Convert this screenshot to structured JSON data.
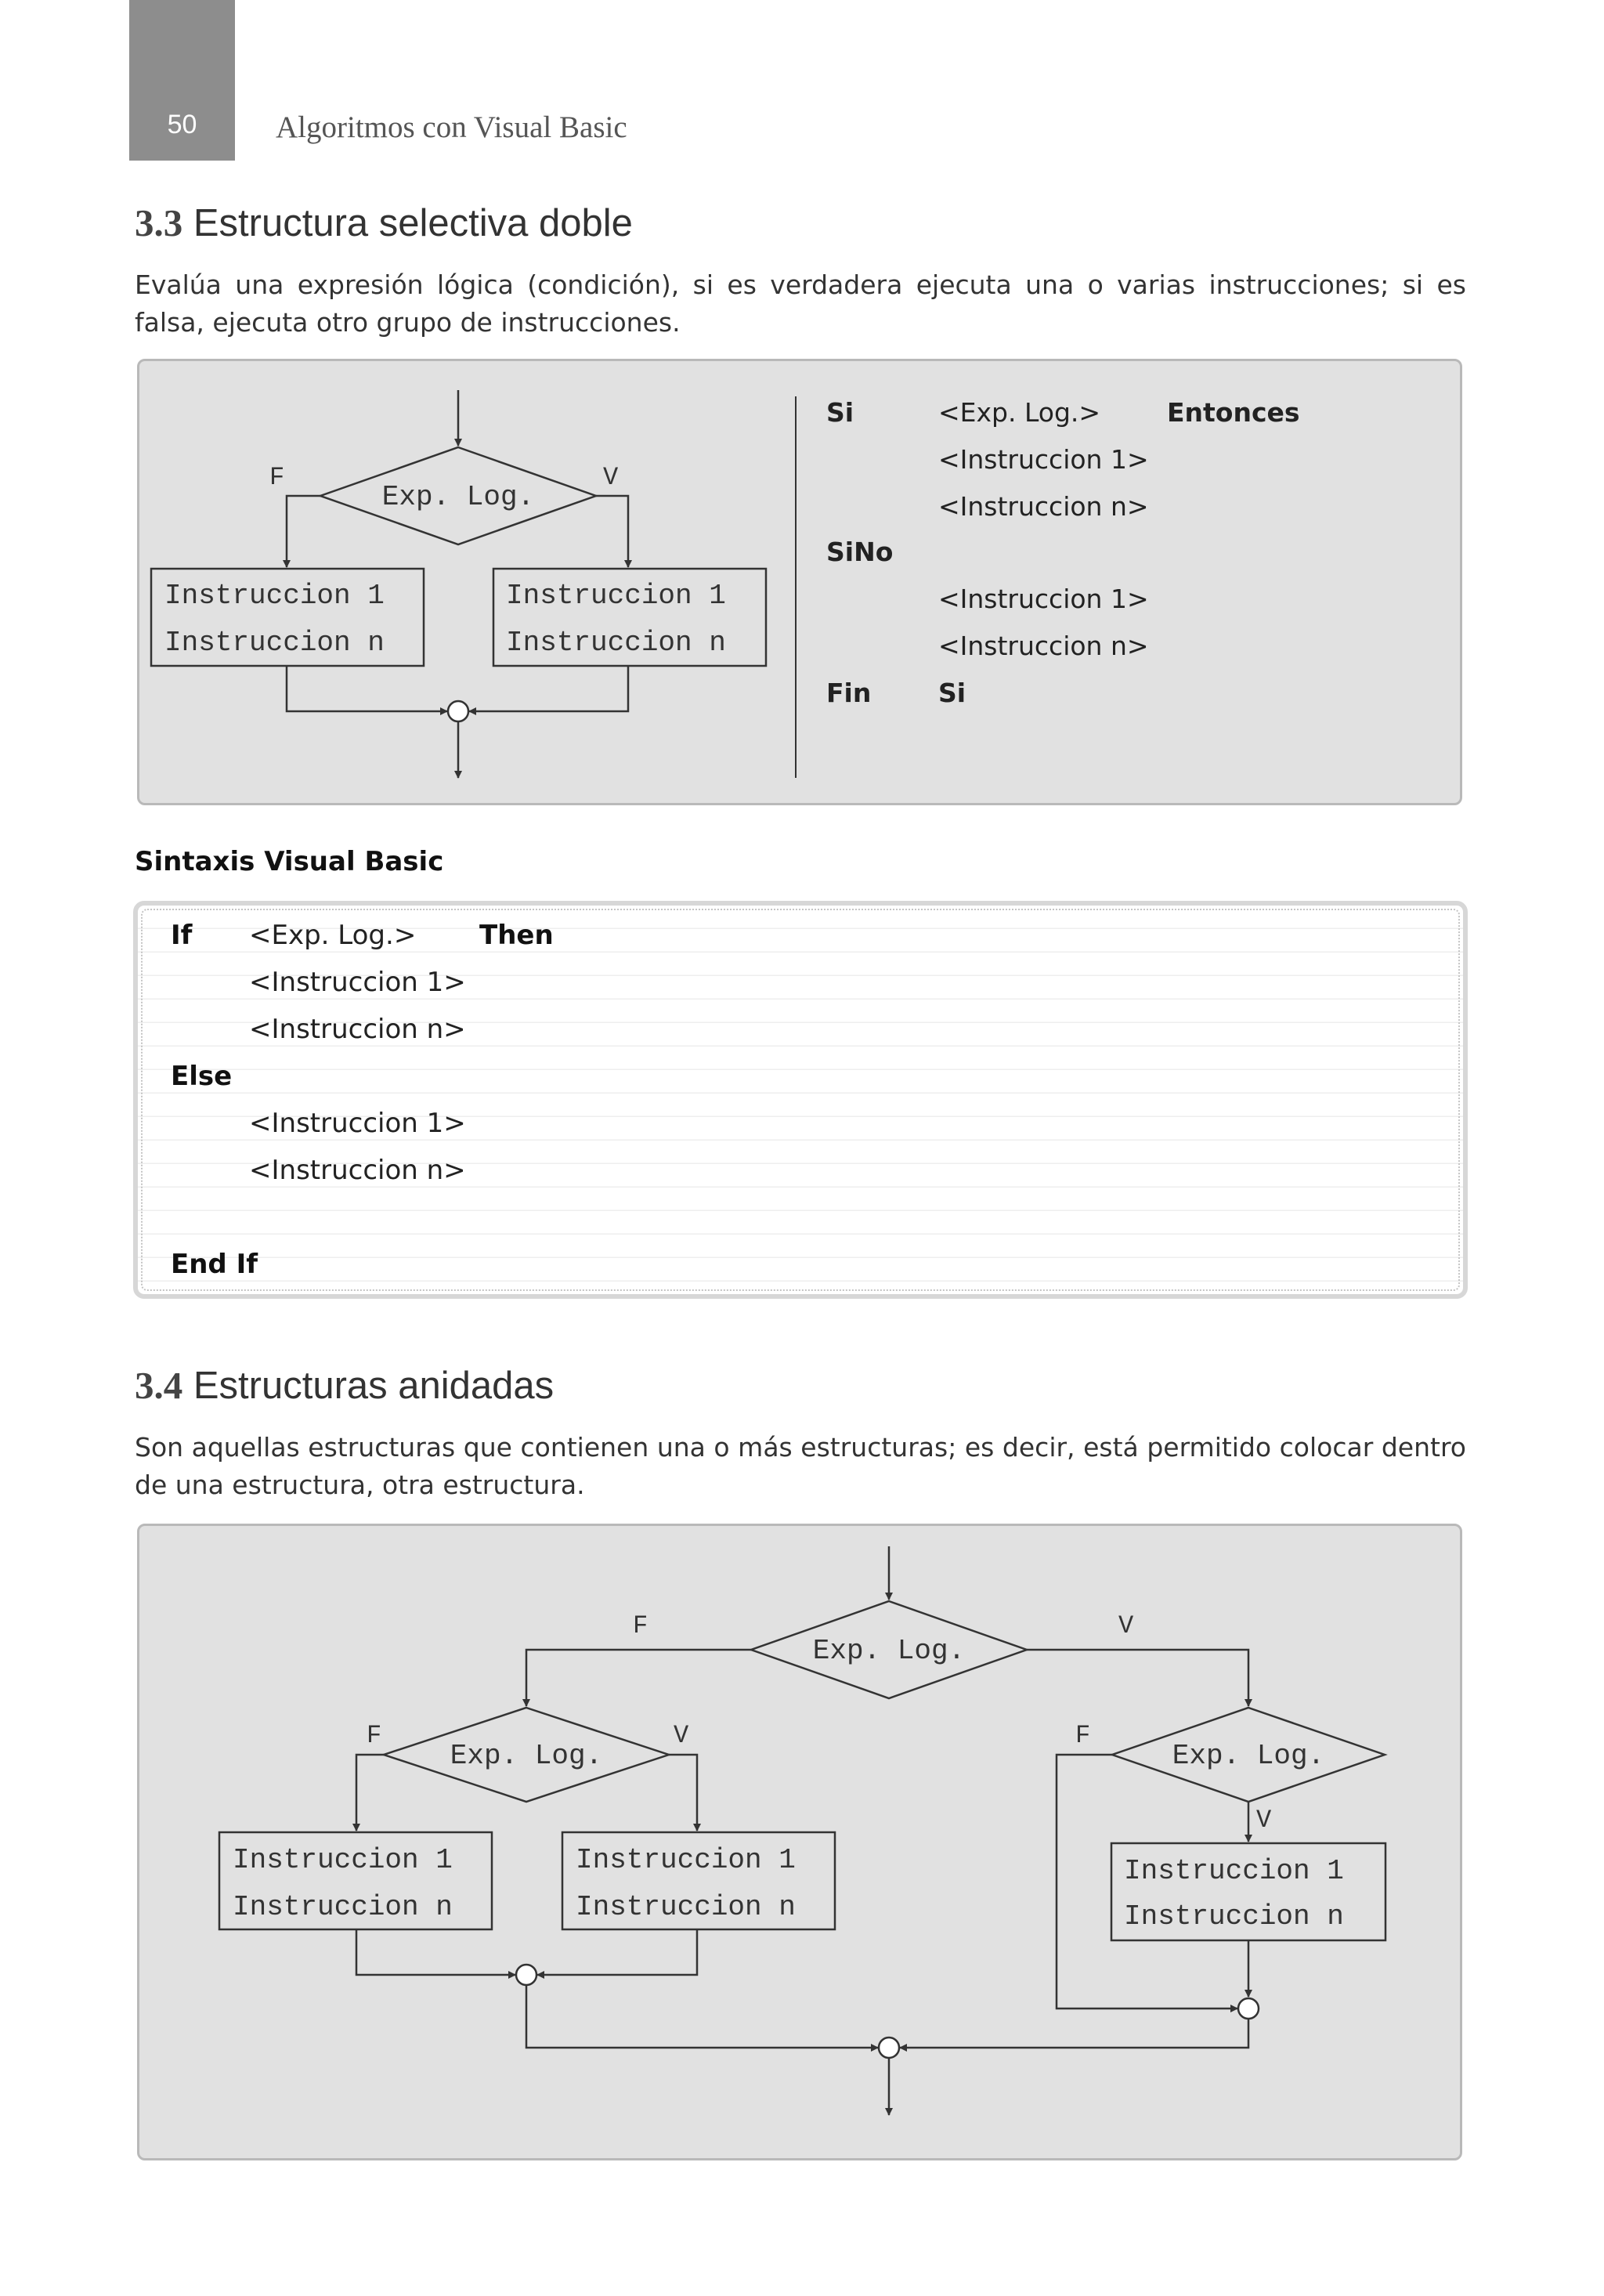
{
  "header": {
    "page_number": "50",
    "running_title": "Algoritmos con Visual Basic"
  },
  "section_3_3": {
    "number": "3.3",
    "title": "Estructura selectiva doble",
    "paragraph": "Evalúa una expresión lógica (condición), si es verdadera ejecuta una o varias instrucciones; si es falsa, ejecuta otro grupo de instrucciones."
  },
  "flowchart_doble": {
    "condition": "Exp. Log.",
    "false_label": "F",
    "true_label": "V",
    "false_box": [
      "Instruccion 1",
      "Instruccion n"
    ],
    "true_box": [
      "Instruccion 1",
      "Instruccion n"
    ]
  },
  "pseudocode": {
    "si": "Si",
    "exp": "<Exp. Log.>",
    "entonces": "Entonces",
    "instr1_a": "<Instruccion 1>",
    "instrn_a": "<Instruccion n>",
    "sino": "SiNo",
    "instr1_b": "<Instruccion 1>",
    "instrn_b": "<Instruccion n>",
    "fin": "Fin",
    "fin_si": "Si"
  },
  "syntax": {
    "label": "Sintaxis Visual Basic",
    "if_kw": "If",
    "exp": "<Exp. Log.>",
    "then_kw": "Then",
    "instr1_a": "<Instruccion 1>",
    "instrn_a": "<Instruccion n>",
    "else_kw": "Else",
    "instr1_b": "<Instruccion 1>",
    "instrn_b": "<Instruccion n>",
    "endif_kw": "End If"
  },
  "section_3_4": {
    "number": "3.4",
    "title": "Estructuras anidadas",
    "paragraph": "Son aquellas estructuras que contienen una o más estructuras; es decir, está permitido colocar dentro de una estructura, otra estructura."
  },
  "flowchart_anidado": {
    "top_condition": "Exp. Log.",
    "top_false": "F",
    "top_true": "V",
    "left_condition": "Exp. Log.",
    "left_false": "F",
    "left_true": "V",
    "left_false_box": [
      "Instruccion 1",
      "Instruccion n"
    ],
    "left_true_box": [
      "Instruccion 1",
      "Instruccion n"
    ],
    "right_condition": "Exp. Log.",
    "right_false": "F",
    "right_true": "V",
    "right_true_box": [
      "Instruccion 1",
      "Instruccion n"
    ]
  }
}
